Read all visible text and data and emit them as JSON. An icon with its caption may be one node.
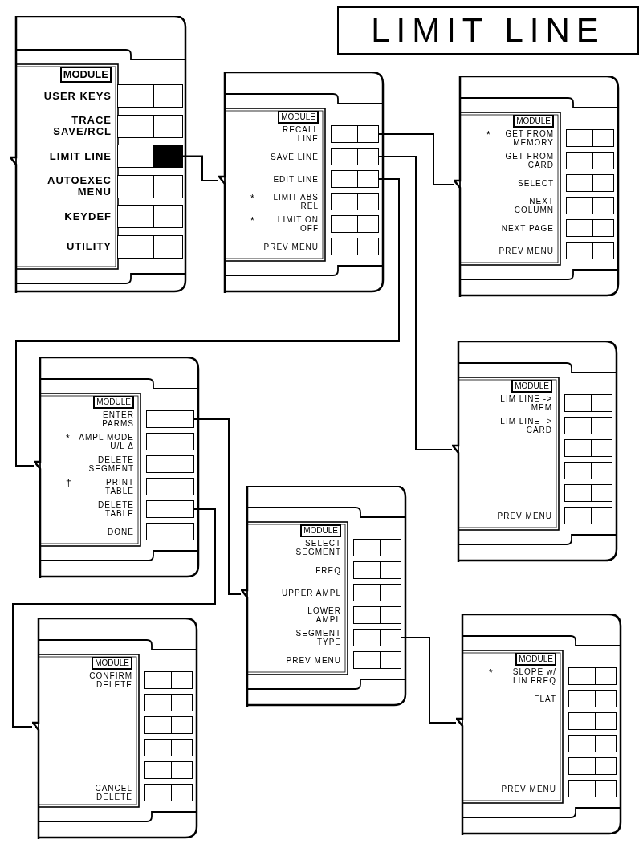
{
  "diagram": {
    "title": "LIMIT LINE",
    "nodes": [
      {
        "text": [
          "MODULE"
        ]
      },
      {
        "text": [
          "USER KEYS"
        ],
        "in": 0
      },
      {
        "text": [
          "TRACE SAVE/RCL"
        ],
        "in": 0
      },
      {
        "text": [
          "LIMIT LINE"
        ],
        "in": 0
      },
      {
        "text": [
          "AUTOEXEC MENU"
        ],
        "in": 0
      },
      {
        "text": [
          "KEYDEF"
        ],
        "in": 0
      },
      {
        "text": [
          "UTILITY"
        ],
        "in": 0
      },
      {
        "text": [
          "MODULE"
        ]
      },
      {
        "text": [
          "RECALL LINE"
        ],
        "in": 7
      },
      {
        "text": [
          "SAVE LINE"
        ],
        "in": 7
      },
      {
        "text": [
          "EDIT LINE"
        ],
        "in": 7
      },
      {
        "text": [
          "LIMIT ABS REL"
        ],
        "in": 7
      },
      {
        "text": [
          "LIMIT ON OFF"
        ],
        "in": 7
      },
      {
        "text": [
          "PREV MENU"
        ],
        "in": 7
      },
      {
        "text": [
          "MODULE"
        ]
      },
      {
        "text": [
          "GET FROM MEMORY"
        ],
        "in": 14
      },
      {
        "text": [
          "GET FROM CARD"
        ],
        "in": 14
      },
      {
        "text": [
          "SELECT"
        ],
        "in": 14
      },
      {
        "text": [
          "NEXT COLUMN"
        ],
        "in": 14
      },
      {
        "text": [
          "NEXT PAGE"
        ],
        "in": 14
      },
      {
        "text": [
          "PREV MENU"
        ],
        "in": 14
      },
      {
        "text": [
          "MODULE"
        ]
      },
      {
        "text": [
          "LIM LINE -> MEM"
        ],
        "in": 21
      },
      {
        "text": [
          "LIM LINE -> CARD"
        ],
        "in": 21
      },
      {
        "text": [],
        "shape": "box",
        "in": 21
      },
      {
        "text": [],
        "shape": "box",
        "in": 21
      },
      {
        "text": [],
        "shape": "box",
        "in": 21
      },
      {
        "text": [
          "PREV MENU"
        ],
        "in": 21
      },
      {
        "text": [
          "MODULE"
        ]
      },
      {
        "text": [
          "ENTER PARMS"
        ],
        "in": 28
      },
      {
        "text": [
          "AMPL MODE U/L Δ"
        ],
        "in": 28
      },
      {
        "text": [
          "DELETE SEGMENT"
        ],
        "in": 28
      },
      {
        "text": [
          "PRINT TABLE"
        ],
        "in": 28
      },
      {
        "text": [
          "DELETE TABLE"
        ],
        "in": 28
      },
      {
        "text": [
          "DONE"
        ],
        "in": 28
      },
      {
        "text": [
          "MODULE"
        ]
      },
      {
        "text": [
          "SELECT SEGMENT"
        ],
        "in": 35
      },
      {
        "text": [
          "FREQ"
        ],
        "in": 35
      },
      {
        "text": [
          "UPPER AMPL"
        ],
        "in": 35
      },
      {
        "text": [
          "LOWER AMPL"
        ],
        "in": 35
      },
      {
        "text": [
          "SEGMENT TYPE"
        ],
        "in": 35
      },
      {
        "text": [
          "PREV MENU"
        ],
        "in": 35
      },
      {
        "text": [
          "MODULE"
        ]
      },
      {
        "text": [
          "CONFIRM DELETE"
        ],
        "in": 42
      },
      {
        "text": [],
        "shape": "box",
        "in": 42
      },
      {
        "text": [],
        "shape": "box",
        "in": 42
      },
      {
        "text": [],
        "shape": "box",
        "in": 42
      },
      {
        "text": [],
        "shape": "box",
        "in": 42
      },
      {
        "text": [
          "CANCEL DELETE"
        ],
        "in": 42
      },
      {
        "text": [
          "MODULE"
        ]
      },
      {
        "text": [
          "SLOPE w/ LIN FREQ"
        ],
        "in": 49
      },
      {
        "text": [
          "FLAT"
        ],
        "in": 49
      },
      {
        "text": [],
        "shape": "box",
        "in": 49
      },
      {
        "text": [],
        "shape": "box",
        "in": 49
      },
      {
        "text": [],
        "shape": "box",
        "in": 49
      },
      {
        "text": [
          "PREV MENU"
        ],
        "in": 49
      }
    ],
    "edges": [
      {
        "from": 3,
        "to": 7,
        "arrow": "none"
      },
      {
        "from": 8,
        "to": 14,
        "arrow": "none"
      },
      {
        "from": 9,
        "to": 21,
        "arrow": "none"
      },
      {
        "from": 10,
        "to": 28,
        "arrow": "none"
      },
      {
        "from": 29,
        "to": 35,
        "arrow": "none"
      },
      {
        "from": 33,
        "to": 42,
        "arrow": "none"
      },
      {
        "from": 40,
        "to": 49,
        "arrow": "none"
      }
    ],
    "labels": [
      "*",
      "*",
      "*",
      "*",
      "†",
      "*"
    ]
  }
}
